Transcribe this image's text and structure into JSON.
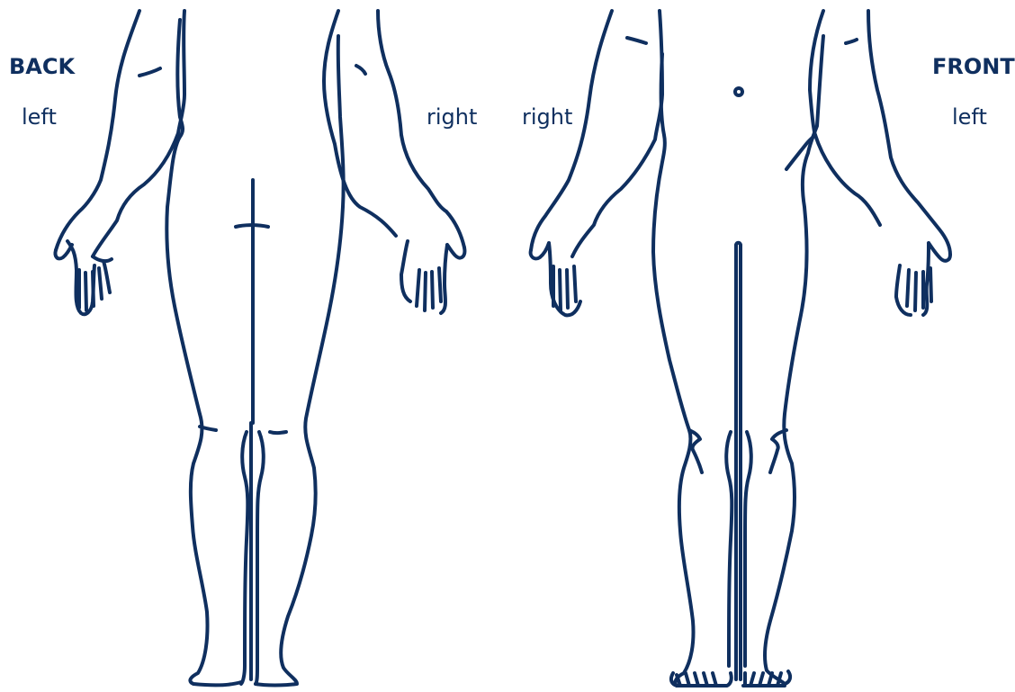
{
  "back": {
    "title": "BACK",
    "left_label": "left",
    "right_label": "right"
  },
  "front": {
    "title": "FRONT",
    "right_label": "right",
    "left_label": "left"
  },
  "colors": {
    "outline": "#0f2f5f",
    "background": "#ffffff"
  }
}
